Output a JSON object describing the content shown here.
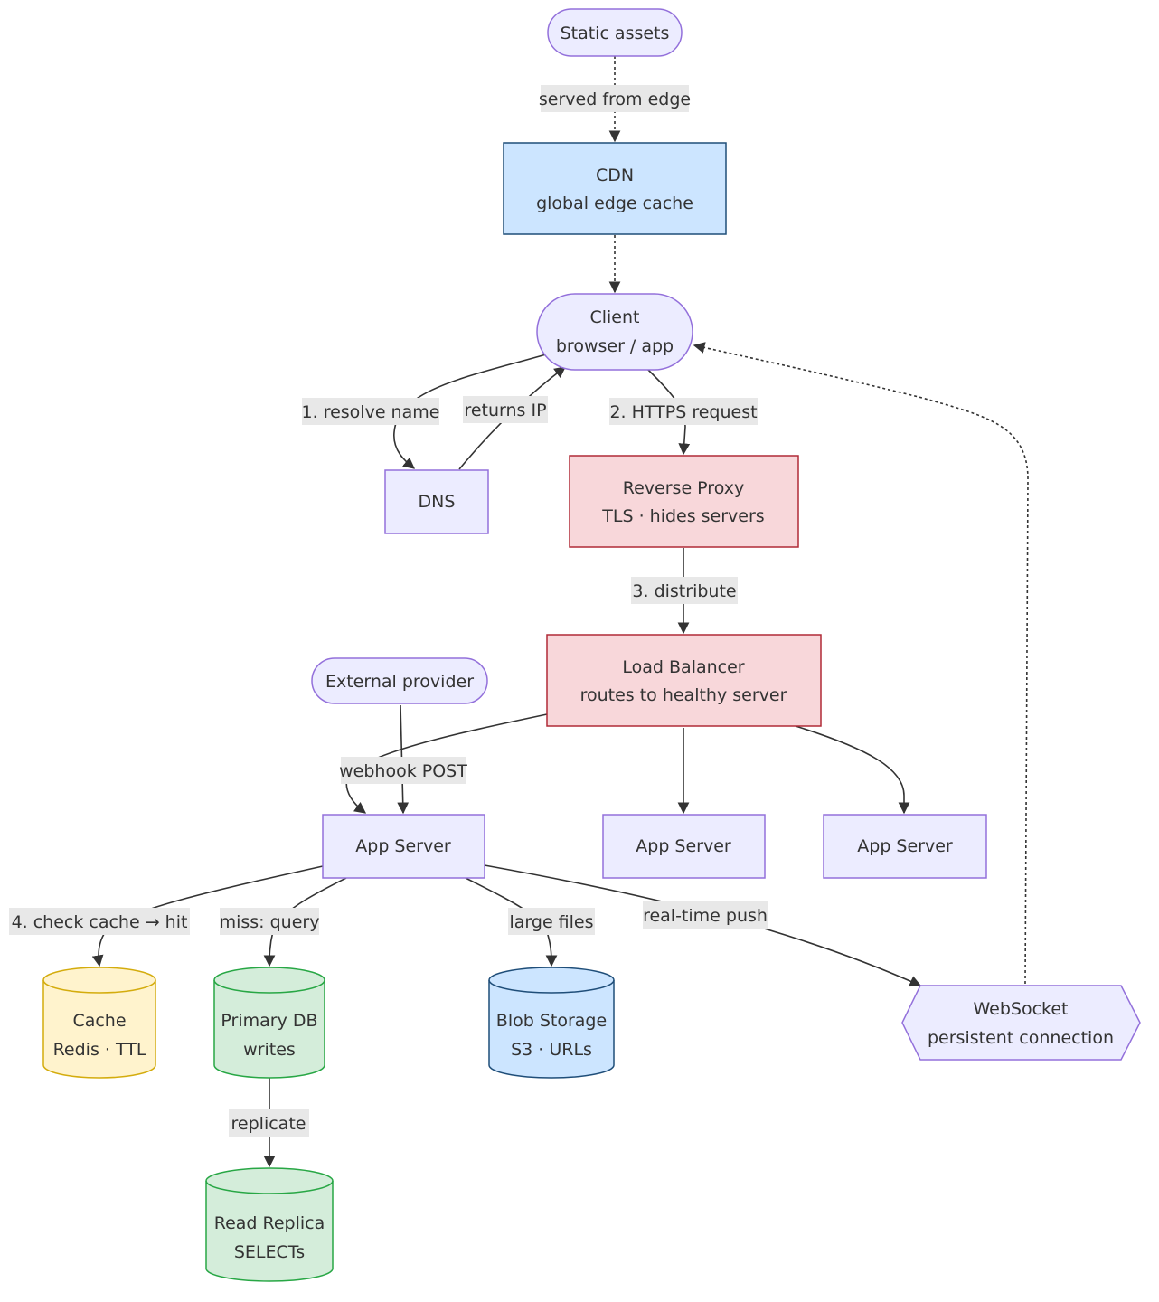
{
  "colors": {
    "default_fill": "#ECECFF",
    "default_stroke": "#9370DB",
    "cdn_fill": "#CCE5FF",
    "cdn_stroke": "#1F4E79",
    "proxy_fill": "#F8D7DA",
    "proxy_stroke": "#B02A37",
    "cache_fill": "#FFF3CD",
    "cache_stroke": "#D4AC0D",
    "db_fill": "#D4EDDA",
    "db_stroke": "#28A745",
    "blob_fill": "#CCE5FF",
    "blob_stroke": "#1F4E79",
    "edge": "#333333",
    "edge_label_bg": "#E8E8E8"
  },
  "nodes": {
    "static_assets": {
      "lines": [
        "Static assets"
      ]
    },
    "cdn": {
      "lines": [
        "CDN",
        "global edge cache"
      ]
    },
    "client": {
      "lines": [
        "Client",
        "browser / app"
      ]
    },
    "dns": {
      "lines": [
        "DNS"
      ]
    },
    "reverse_proxy": {
      "lines": [
        "Reverse Proxy",
        "TLS · hides servers"
      ]
    },
    "load_balancer": {
      "lines": [
        "Load Balancer",
        "routes to healthy server"
      ]
    },
    "external_provider": {
      "lines": [
        "External provider"
      ]
    },
    "app_server_1": {
      "lines": [
        "App Server"
      ]
    },
    "app_server_2": {
      "lines": [
        "App Server"
      ]
    },
    "app_server_3": {
      "lines": [
        "App Server"
      ]
    },
    "cache": {
      "lines": [
        "Cache",
        "Redis · TTL"
      ]
    },
    "primary_db": {
      "lines": [
        "Primary DB",
        "writes"
      ]
    },
    "read_replica": {
      "lines": [
        "Read Replica",
        "SELECTs"
      ]
    },
    "blob_storage": {
      "lines": [
        "Blob Storage",
        "S3 · URLs"
      ]
    },
    "websocket": {
      "lines": [
        "WebSocket",
        "persistent connection"
      ]
    }
  },
  "edge_labels": {
    "served_from_edge": "served from edge",
    "resolve_name": "1. resolve name",
    "returns_ip": "returns IP",
    "https_request": "2. HTTPS request",
    "distribute": "3. distribute",
    "webhook_post": "webhook POST",
    "check_cache": "4. check cache → hit",
    "miss_query": "miss: query",
    "large_files": "large files",
    "realtime_push": "real-time push",
    "replicate": "replicate"
  }
}
